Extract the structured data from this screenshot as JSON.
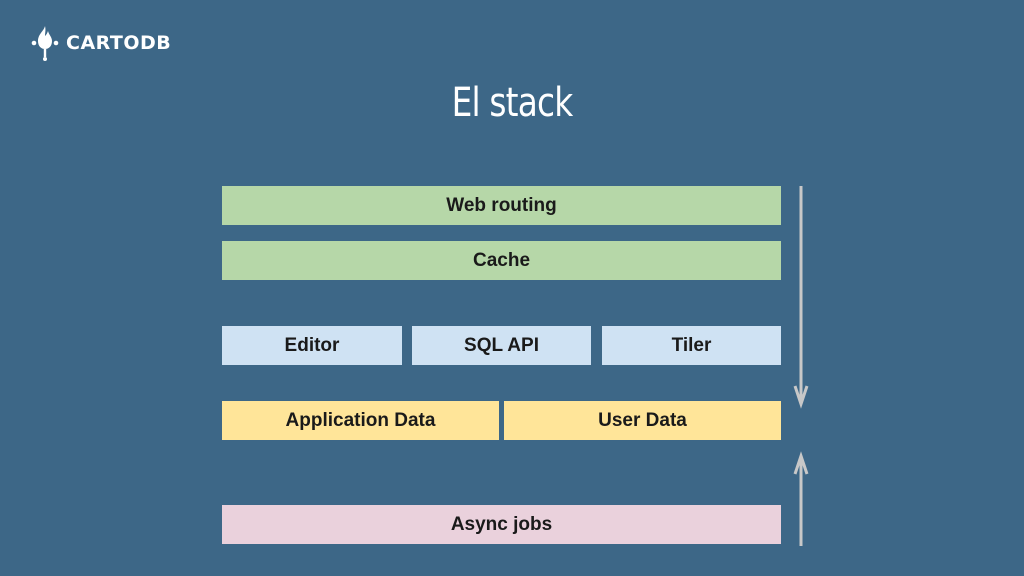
{
  "logo": {
    "text": "CARTODB"
  },
  "slide": {
    "title": "El stack"
  },
  "layers": {
    "web_routing": "Web routing",
    "cache": "Cache",
    "editor": "Editor",
    "sql_api": "SQL API",
    "tiler": "Tiler",
    "application_data": "Application Data",
    "user_data": "User Data",
    "async_jobs": "Async jobs"
  },
  "colors": {
    "background": "#3d6787",
    "green_layer": "#b6d7a8",
    "blue_layer": "#cfe2f3",
    "yellow_layer": "#ffe599",
    "pink_layer": "#ead1dc",
    "arrow": "#c8c8c8"
  },
  "icons": {
    "logo": "cartodb-flame-icon",
    "down_arrow": "arrow-down-icon",
    "up_arrow": "arrow-up-icon"
  }
}
